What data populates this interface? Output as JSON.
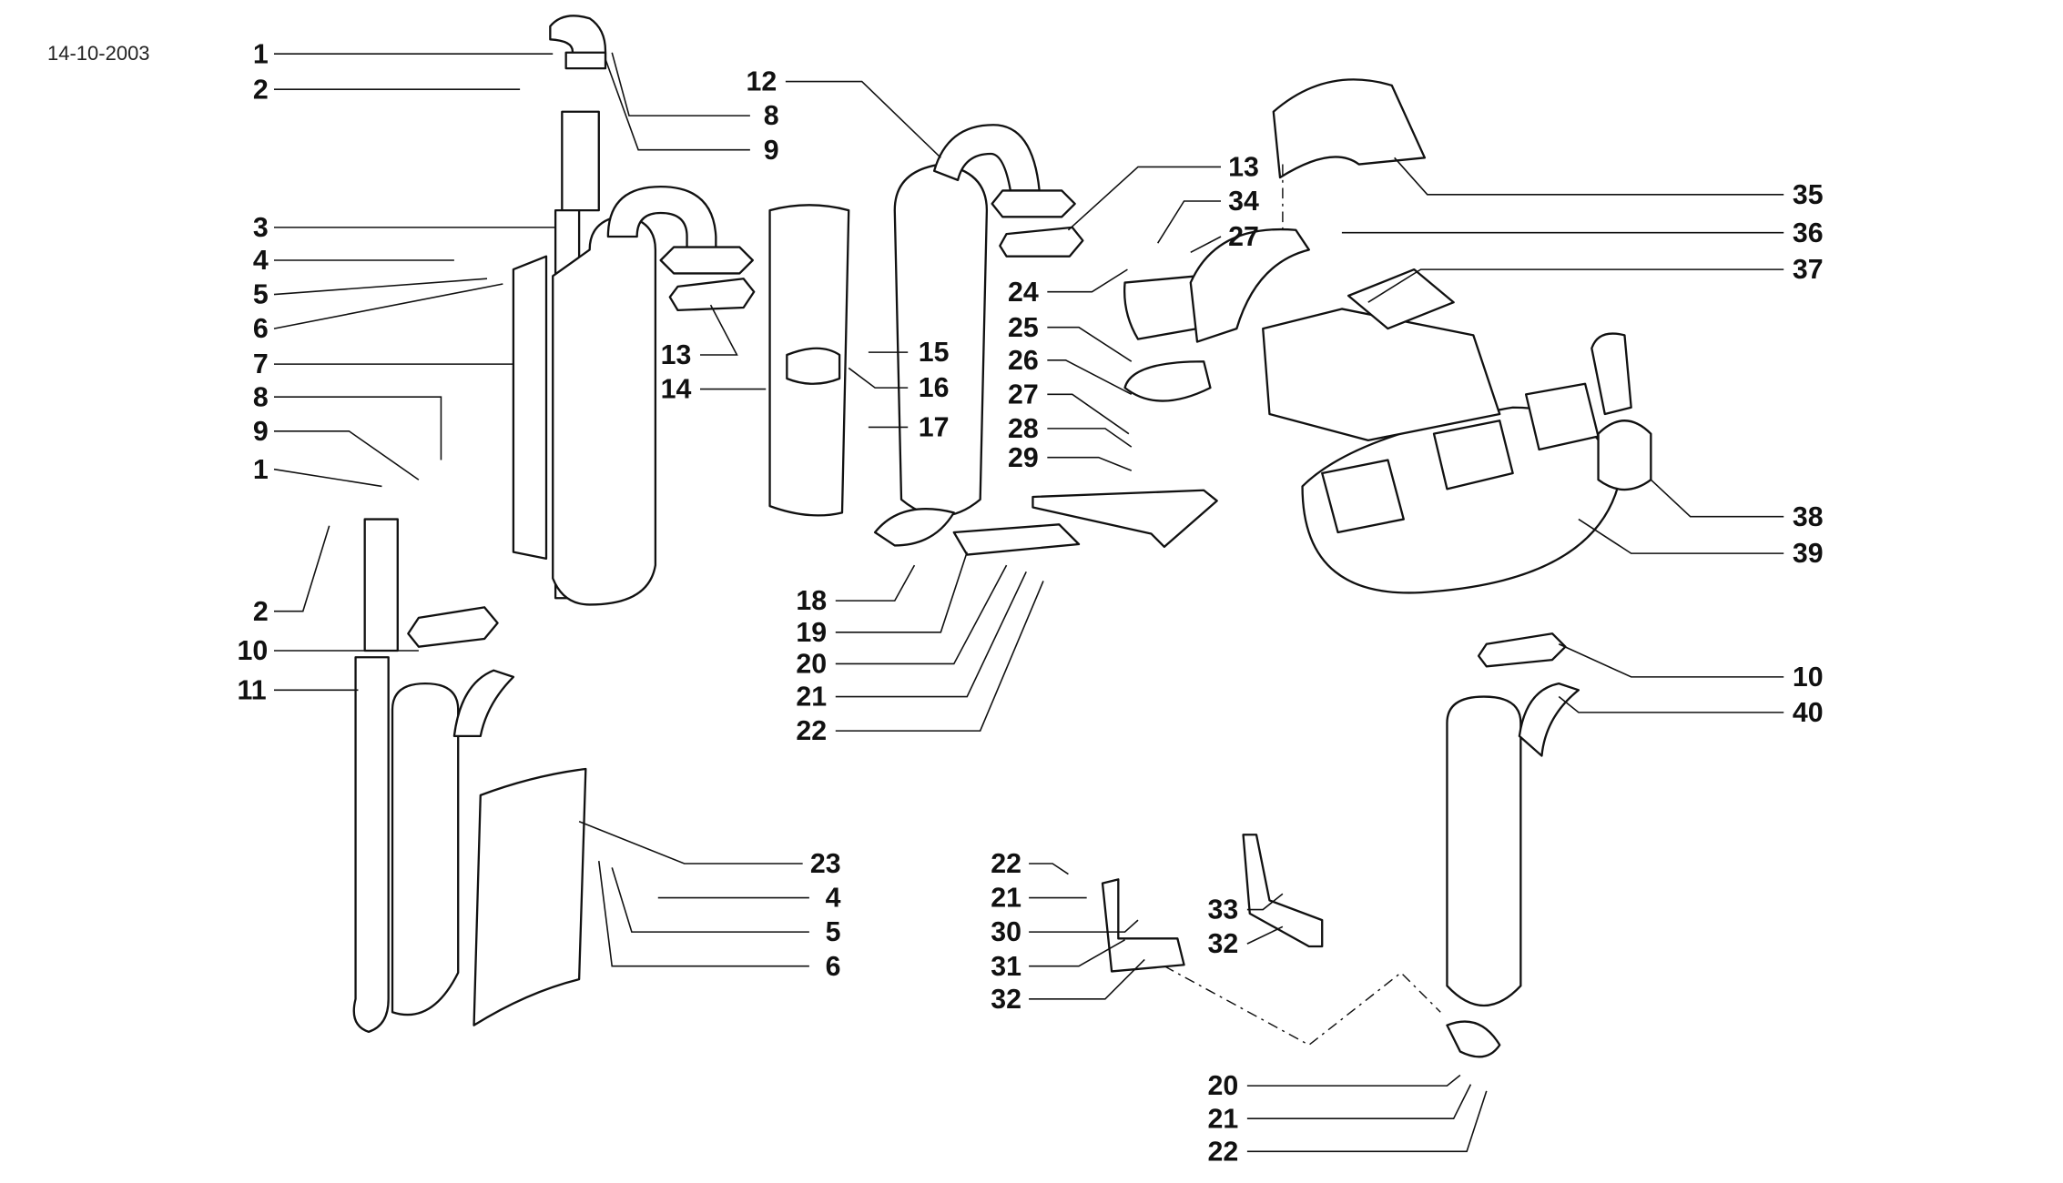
{
  "date": "14-10-2003",
  "callouts": [
    "1",
    "2",
    "8",
    "9",
    "3",
    "4",
    "5",
    "6",
    "7",
    "8",
    "9",
    "1",
    "2",
    "10",
    "11",
    "13",
    "14",
    "15",
    "16",
    "17",
    "12",
    "13",
    "34",
    "27",
    "24",
    "25",
    "26",
    "27",
    "28",
    "29",
    "35",
    "36",
    "37",
    "38",
    "39",
    "18",
    "19",
    "20",
    "21",
    "22",
    "23",
    "4",
    "5",
    "6",
    "10",
    "40",
    "22",
    "21",
    "30",
    "31",
    "32",
    "33",
    "32",
    "20",
    "21",
    "22"
  ]
}
